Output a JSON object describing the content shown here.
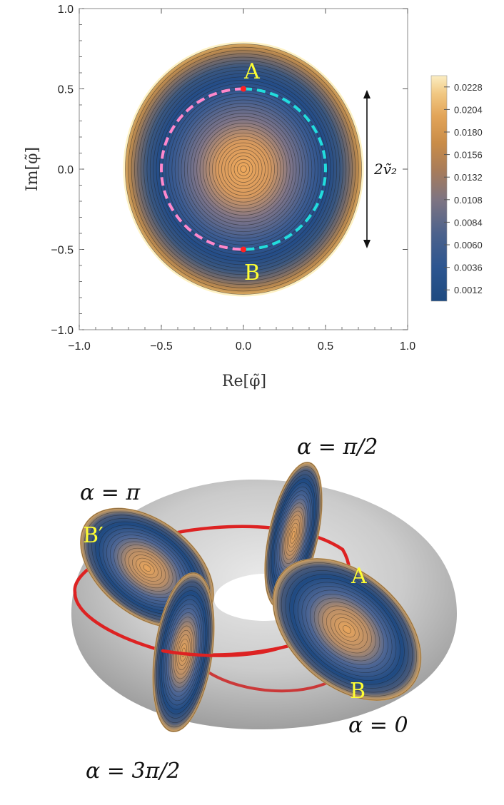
{
  "chart_data": [
    {
      "type": "contour",
      "xlabel": "Re[φ̃]",
      "ylabel": "Im[φ̃]",
      "xlim": [
        -1.0,
        1.0
      ],
      "ylim": [
        -1.0,
        1.0
      ],
      "xticks": [
        "−1.0",
        "−0.5",
        "0.0",
        "0.5",
        "1.0"
      ],
      "yticks": [
        "−1.0",
        "−0.5",
        "0.0",
        "0.5",
        "1.0"
      ],
      "domain_radius_x": 0.72,
      "domain_radius_y": 0.78,
      "colorbar_ticks": [
        "0.0228",
        "0.0204",
        "0.0180",
        "0.0156",
        "0.0132",
        "0.0108",
        "0.0084",
        "0.0060",
        "0.0036",
        "0.0012"
      ],
      "colorbar_min": 0.0,
      "colorbar_max": 0.024,
      "points": [
        {
          "label": "A",
          "x": 0.0,
          "y": 0.5,
          "color": "#ff2222"
        },
        {
          "label": "B",
          "x": 0.0,
          "y": -0.5,
          "color": "#ff2222"
        }
      ],
      "paths": [
        {
          "name": "pink-dashed",
          "color": "#ff88cc",
          "from_deg": 90,
          "to_deg": 270,
          "radius": 0.5
        },
        {
          "name": "cyan-dashed",
          "color": "#22dddd",
          "from_deg": 90,
          "to_deg": -90,
          "radius": 0.5
        }
      ],
      "annotation": {
        "text": "2ṽ₂",
        "arrow_from_y": 0.5,
        "arrow_to_y": -0.5
      }
    },
    {
      "type": "diagram",
      "labels": {
        "alpha_half_pi": "α = π/2",
        "alpha_pi": "α = π",
        "alpha_zero": "α = 0",
        "alpha_three_half_pi": "α = 3π/2",
        "A": "A",
        "B": "B",
        "B_prime": "B′"
      },
      "loop_color": "#dd2222",
      "torus_color": "#b8b8b8"
    }
  ],
  "colors": {
    "contour_low": "#1e4f85",
    "contour_mid": "#4a5e86",
    "contour_high": "#e2a65a",
    "contour_top": "#fff2c0"
  }
}
